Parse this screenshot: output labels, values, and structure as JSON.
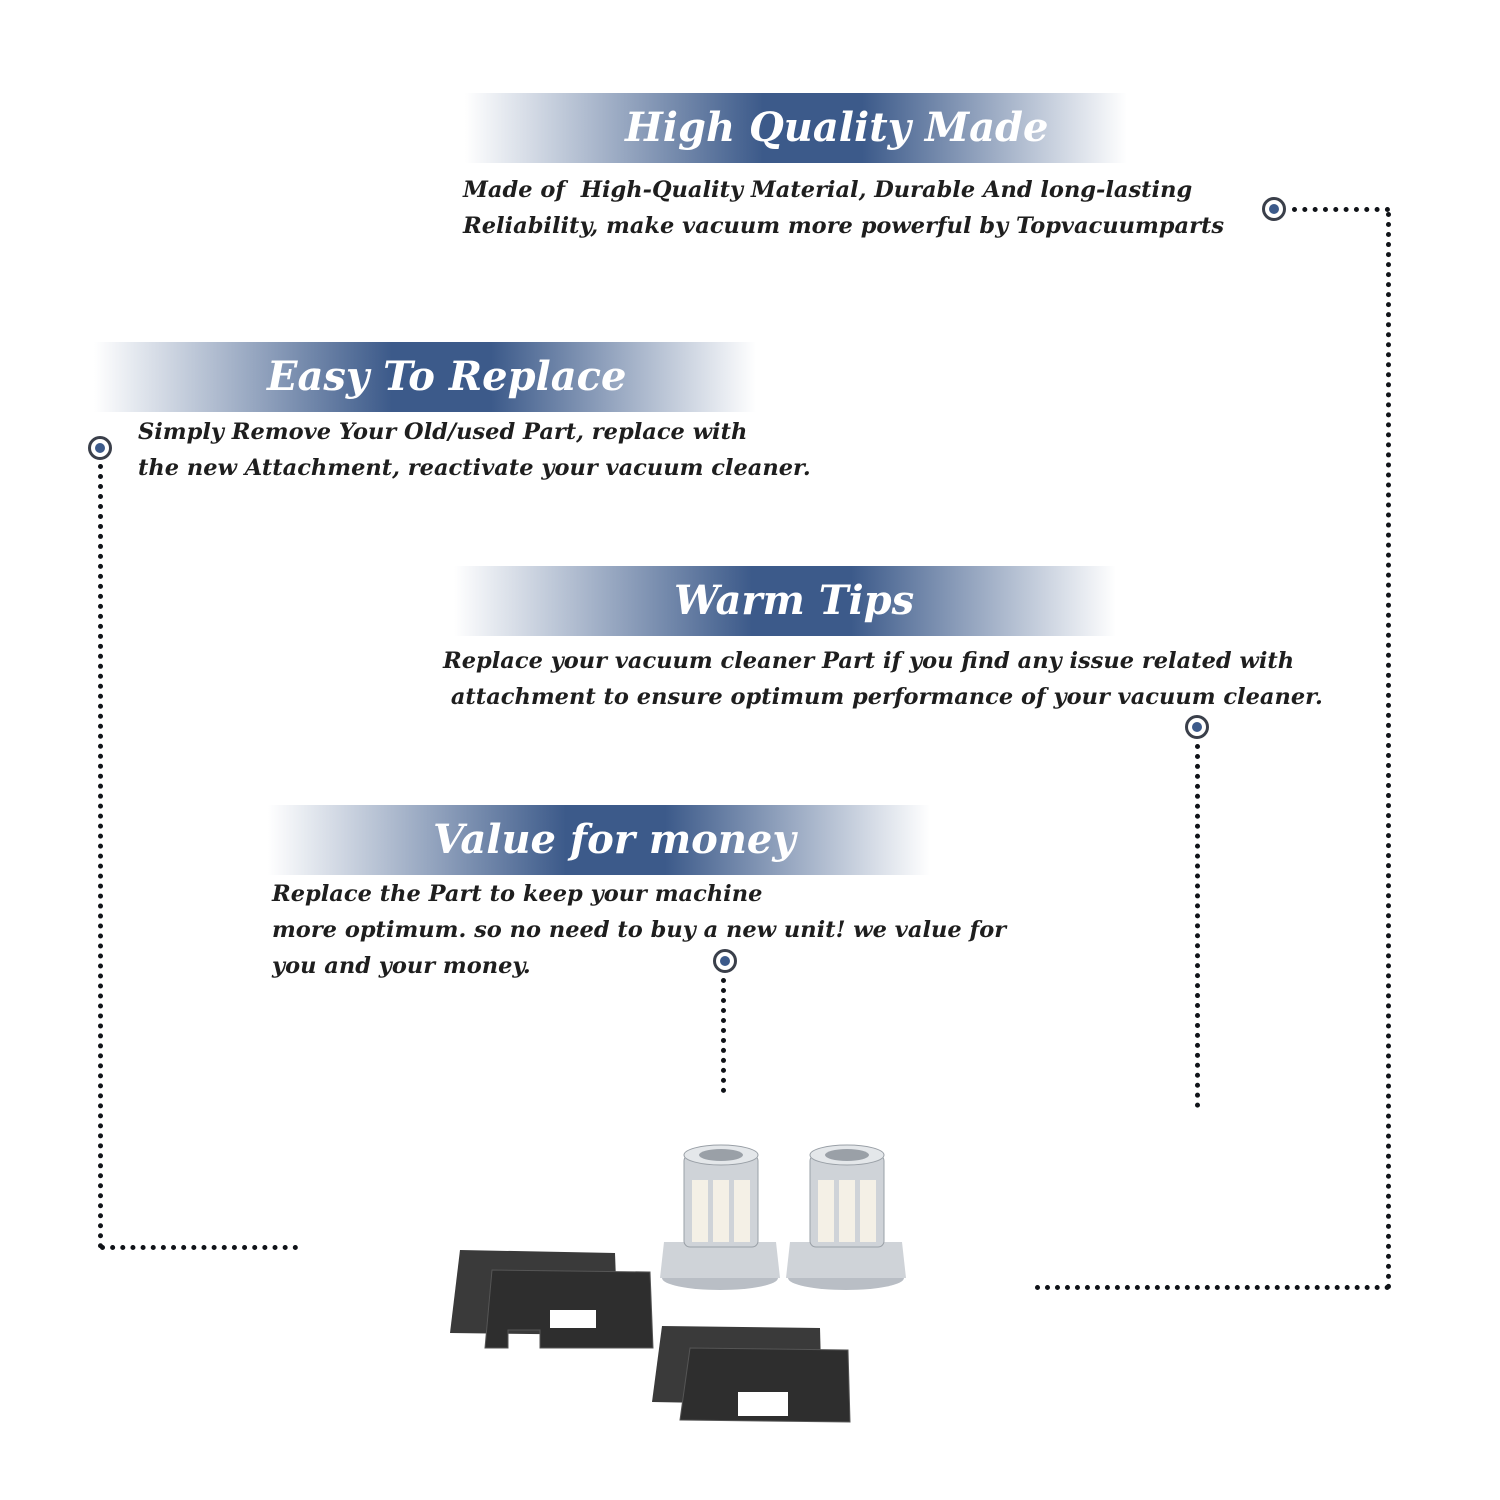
{
  "sections": [
    {
      "heading": "High Quality Made",
      "lines": [
        "Made of  High-Quality Material, Durable And long-lasting",
        "Reliability, make vacuum more powerful by Topvacuumparts"
      ]
    },
    {
      "heading": "Easy To Replace",
      "lines": [
        "Simply Remove Your Old/used Part, replace with",
        "the new Attachment, reactivate your vacuum cleaner."
      ]
    },
    {
      "heading": "Warm Tips",
      "lines": [
        "Replace your vacuum cleaner Part if you find any issue related with",
        " attachment to ensure optimum performance of your vacuum cleaner."
      ]
    },
    {
      "heading": "Value for money",
      "lines": [
        "Replace the Part to keep your machine",
        "more optimum. so no need to buy a new unit! we value for",
        "you and your money."
      ]
    }
  ],
  "product": {
    "filter_count": 2,
    "foam_pad_count": 4,
    "colors": {
      "banner_blue": "#3c5a8a",
      "foam": "#3a3a3a",
      "filter_body": "#cfd3d8",
      "filter_pleats": "#f4f0e6"
    }
  }
}
